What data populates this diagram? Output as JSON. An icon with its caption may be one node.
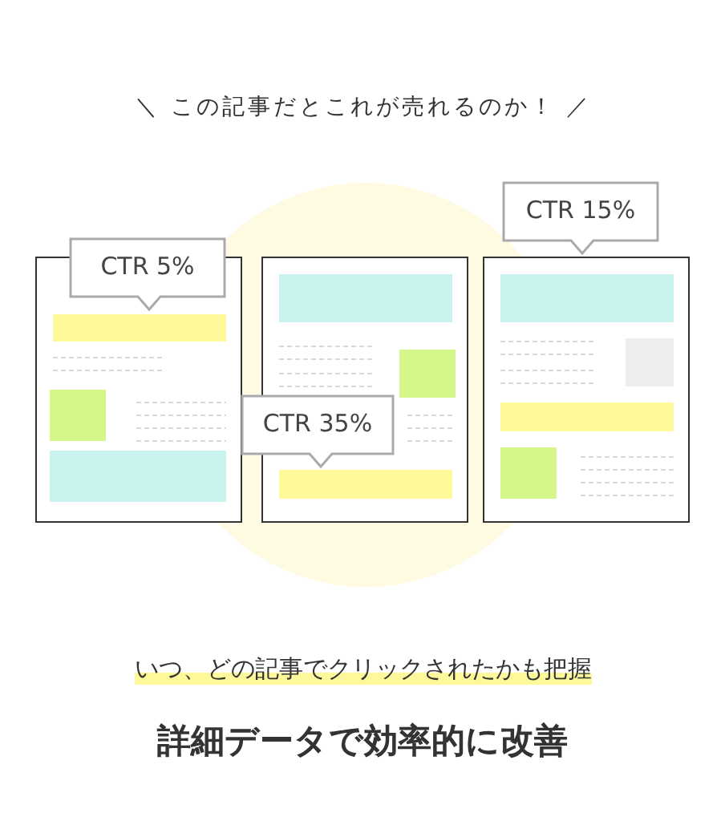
{
  "diagram": {
    "nodes": [
      {
        "text": [],
        "shape": "box"
      },
      {
        "text": [
          "CTR 5%"
        ]
      },
      {
        "text": [],
        "shape": "box"
      },
      {
        "text": [
          "CTR 35%"
        ]
      },
      {
        "text": [],
        "shape": "box"
      },
      {
        "text": [
          "CTR 15%"
        ]
      }
    ],
    "labels": [
      "＼ この記事だとこれが売れるのか！ ／",
      "いつ、どの記事でクリックされたかも把握",
      "詳細データで効率的に改善"
    ]
  }
}
